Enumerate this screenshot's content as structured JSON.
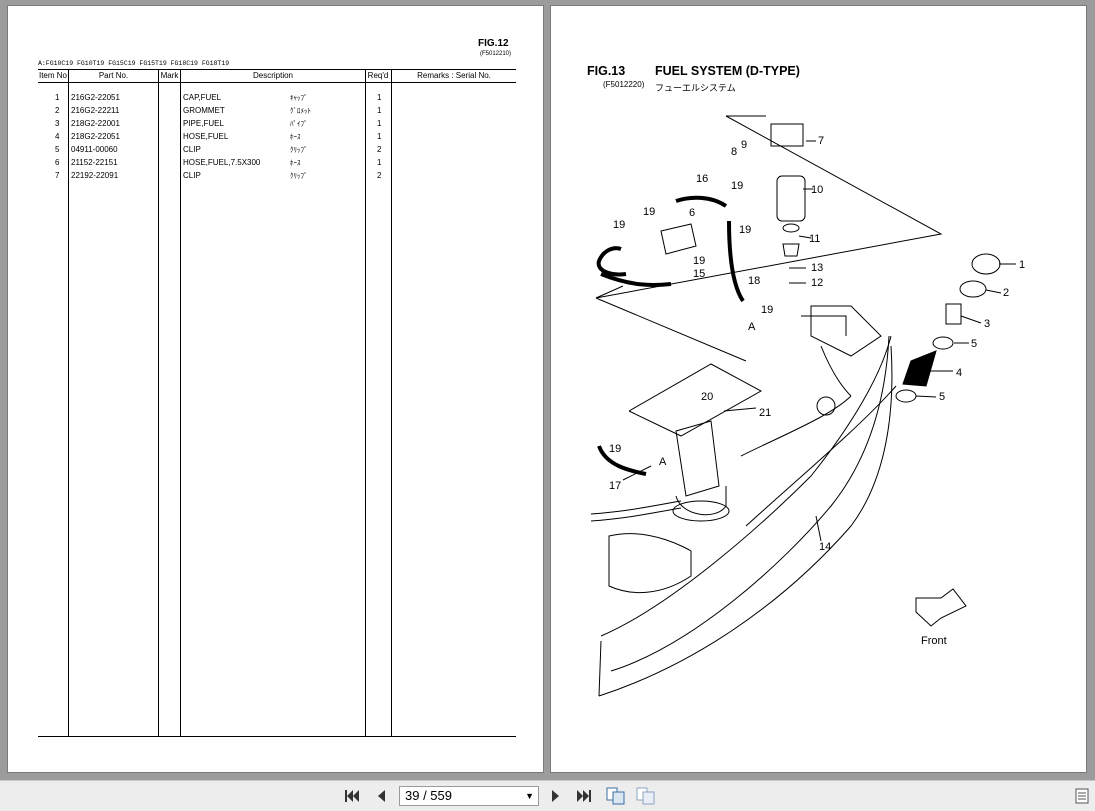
{
  "left_page": {
    "fig": "FIG.12",
    "code": "(F5012210)",
    "models": "A:FG10C19 FG10T19 FG15C19 FG15T19 FG18C19 FG18T19",
    "headers": {
      "item": "Item No",
      "part": "Part No.",
      "mark": "Mark",
      "desc": "Description",
      "reqd": "Req'd",
      "remarks": "Remarks : Serial No."
    },
    "rows": [
      {
        "item": "1",
        "part": "216G2-22051",
        "desc": "CAP,FUEL",
        "jp": "ｷｬｯﾌﾟ",
        "qty": "1"
      },
      {
        "item": "2",
        "part": "216G2-22211",
        "desc": "GROMMET",
        "jp": "ｸﾞﾛﾒｯﾄ",
        "qty": "1"
      },
      {
        "item": "3",
        "part": "218G2-22001",
        "desc": "PIPE,FUEL",
        "jp": "ﾊﾟｲﾌﾟ",
        "qty": "1"
      },
      {
        "item": "4",
        "part": "218G2-22051",
        "desc": "HOSE,FUEL",
        "jp": "ﾎｰｽ",
        "qty": "1"
      },
      {
        "item": "5",
        "part": "04911-00060",
        "desc": "CLIP",
        "jp": "ｸﾘｯﾌﾟ",
        "qty": "2"
      },
      {
        "item": "6",
        "part": "21152-22151",
        "desc": "HOSE,FUEL,7.5X300",
        "jp": "ﾎｰｽ",
        "qty": "1"
      },
      {
        "item": "7",
        "part": "22192-22091",
        "desc": "CLIP",
        "jp": "ｸﾘｯﾌﾟ",
        "qty": "2"
      }
    ]
  },
  "right_page": {
    "fig": "FIG.13",
    "title": "FUEL SYSTEM (D-TYPE)",
    "code": "(F5012220)",
    "jp_title": "フューエルシステム",
    "front_label": "Front",
    "callouts": [
      "1",
      "2",
      "3",
      "4",
      "5",
      "5",
      "6",
      "7",
      "8",
      "9",
      "10",
      "11",
      "12",
      "13",
      "14",
      "15",
      "16",
      "17",
      "18",
      "19",
      "19",
      "19",
      "19",
      "19",
      "19",
      "19",
      "20",
      "21",
      "A",
      "A"
    ]
  },
  "toolbar": {
    "page_value": "39 / 559",
    "icons": [
      "first-page-icon",
      "prev-page-icon",
      "next-page-icon",
      "last-page-icon",
      "fit-page-icon",
      "two-page-icon",
      "sidebar-toggle-icon"
    ]
  }
}
